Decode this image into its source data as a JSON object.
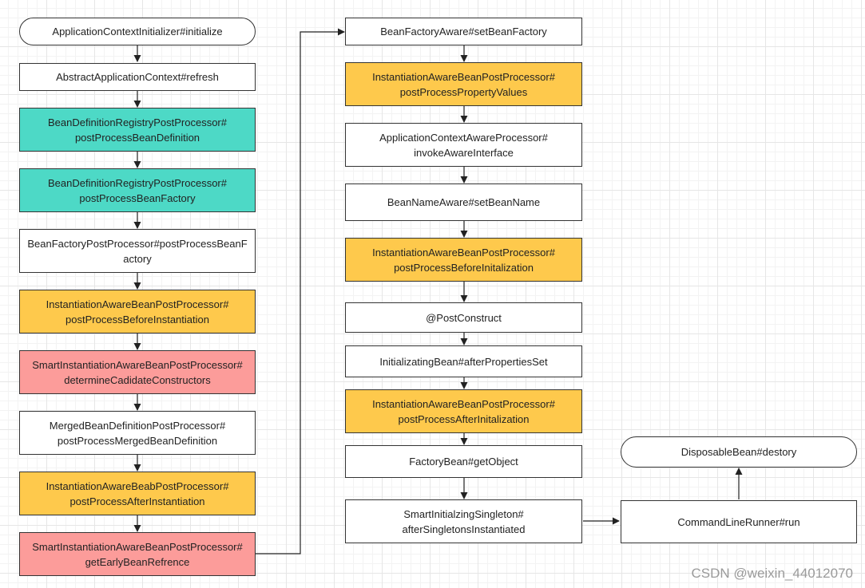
{
  "colors": {
    "white": "#ffffff",
    "teal": "#4dd9c6",
    "yellow": "#fec94c",
    "pink": "#fc9c9a",
    "line": "#333333"
  },
  "nodes": {
    "app_ctx_init": "ApplicationContextInitializer#initialize",
    "abstract_refresh": "AbstractApplicationContext#refresh",
    "bdrpp_bean_definition": [
      "BeanDefinitionRegistryPostProcessor#",
      "postProcessBeanDefinition"
    ],
    "bdrpp_bean_factory": [
      "BeanDefinitionRegistryPostProcessor#",
      "postProcessBeanFactory"
    ],
    "bfpp_bean_factory": [
      "BeanFactoryPostProcessor#postProcessBeanF",
      "actory"
    ],
    "iabpp_before_instantiation": [
      "InstantiationAwareBeanPostProcessor#",
      "postProcessBeforeInstantiation"
    ],
    "siabpp_determine_ctors": [
      "SmartInstantiationAwareBeanPostProcessor#",
      "determineCadidateConstructors"
    ],
    "mbdpp_merged": [
      "MergedBeanDefinitionPostProcessor#",
      "postProcessMergedBeanDefinition"
    ],
    "iabpp_after_instantiation": [
      "InstantiationAwareBeabPostProcessor#",
      "postProcessAfterInstantiation"
    ],
    "siabpp_early_ref": [
      "SmartInstantiationAwareBeanPostProcessor#",
      "getEarlyBeanRefrence"
    ],
    "bfa_set_factory": "BeanFactoryAware#setBeanFactory",
    "iabpp_property_values": [
      "InstantiationAwareBeanPostProcessor#",
      "postProcessPropertyValues"
    ],
    "acap_invoke_aware": [
      "ApplicationContextAwareProcessor#",
      "invokeAwareInterface"
    ],
    "bna_set_name": "BeanNameAware#setBeanName",
    "iabpp_before_init": [
      "InstantiationAwareBeanPostProcessor#",
      "postProcessBeforeInitalization"
    ],
    "post_construct": "@PostConstruct",
    "ib_after_props": "InitializatingBean#afterPropertiesSet",
    "iabpp_after_init": [
      "InstantiationAwareBeanPostProcessor#",
      "postProcessAfterInitalization"
    ],
    "fb_get_object": "FactoryBean#getObject",
    "sis_after_singletons": [
      "SmartInitialzingSingleton#",
      "afterSingletonsInstantiated"
    ],
    "clr_run": "CommandLineRunner#run",
    "db_destroy": "DisposableBean#destory"
  },
  "watermark": "CSDN @weixin_44012070"
}
